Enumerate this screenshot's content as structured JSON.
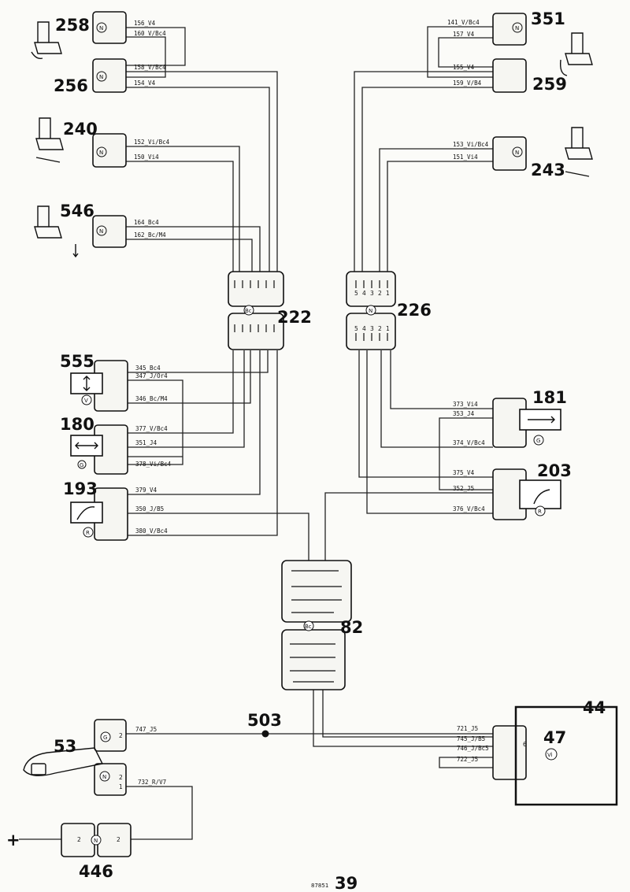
{
  "page": {
    "number": "39",
    "ref": "87851"
  },
  "components": {
    "c258": "258",
    "c256": "256",
    "c240": "240",
    "c546": "546",
    "c351": "351",
    "c259": "259",
    "c243": "243",
    "c222": "222",
    "c226": "226",
    "c555": "555",
    "c180": "180",
    "c193": "193",
    "c181": "181",
    "c203": "203",
    "c82": "82",
    "c503": "503",
    "c44": "44",
    "c47": "47",
    "c53": "53",
    "c446": "446"
  },
  "wires": {
    "w156": "156_V4",
    "w160": "160_V/Bc4",
    "w158": "158_V/Bc4",
    "w154": "154_V4",
    "w152": "152_Vi/Bc4",
    "w150": "150_Vi4",
    "w164": "164_Bc4",
    "w162": "162_Bc/M4",
    "w141": "141_V/Bc4",
    "w157": "157_V4",
    "w155": "155_V4",
    "w159": "159_V/B4",
    "w153": "153_Vi/Bc4",
    "w151": "151_Vi4",
    "w345": "345_Bc4",
    "w347": "347_J/Or4",
    "w346": "346_Bc/M4",
    "w377": "377_V/Bc4",
    "w351": "351_J4",
    "w378": "378_Vi/Bc4",
    "w379": "379_V4",
    "w350": "350_J/B5",
    "w380": "380_V/Bc4",
    "w373": "373_Vi4",
    "w353": "353_J4",
    "w374": "374_V/Bc4",
    "w375": "375_V4",
    "w352": "352_J5",
    "w376": "376_V/Bc4",
    "w747": "747_J5",
    "w732": "732_R/V7",
    "w721": "721_J5",
    "w745": "745_J/B5",
    "w746": "746_J/Bc5",
    "w722": "722_J5"
  },
  "markers": {
    "n": "N",
    "v": "V",
    "g": "G",
    "r": "R",
    "bc": "Bc",
    "vi": "Vi",
    "plus": "+"
  },
  "pins": {
    "p1": "1",
    "p2": "2",
    "p3": "3",
    "p4": "4",
    "p5": "5",
    "p6": "6"
  }
}
